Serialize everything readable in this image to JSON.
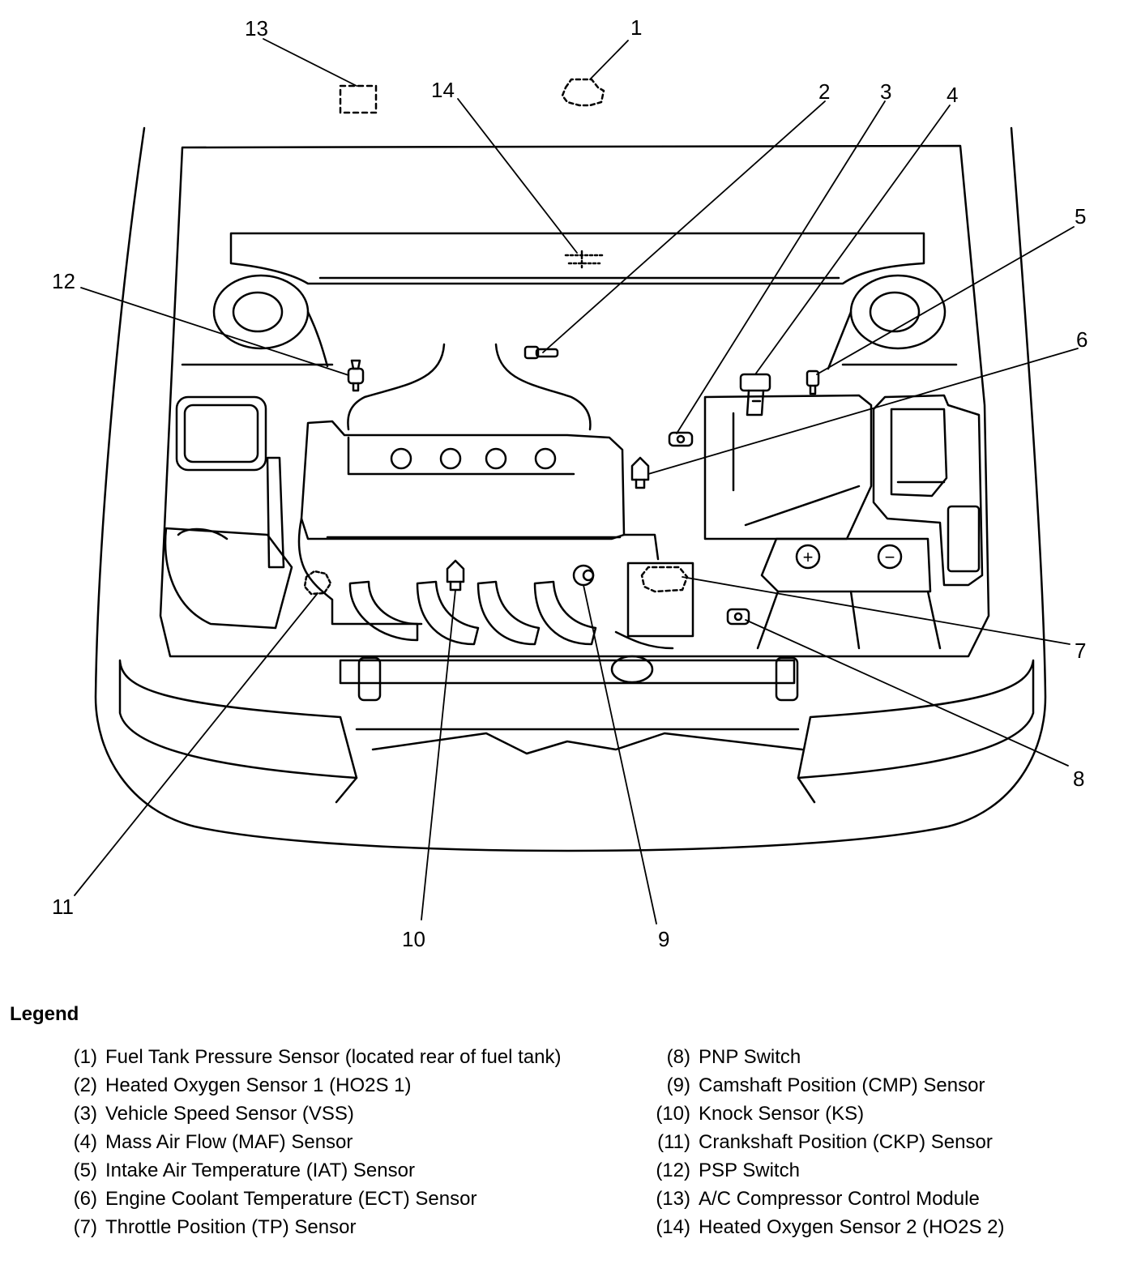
{
  "callouts": [
    "1",
    "2",
    "3",
    "4",
    "5",
    "6",
    "7",
    "8",
    "9",
    "10",
    "11",
    "12",
    "13",
    "14"
  ],
  "legend": {
    "title": "Legend",
    "left_items": [
      {
        "num": "(1)",
        "text": "Fuel Tank Pressure Sensor (located rear of fuel tank)"
      },
      {
        "num": "(2)",
        "text": "Heated Oxygen Sensor 1 (HO2S 1)"
      },
      {
        "num": "(3)",
        "text": "Vehicle Speed Sensor (VSS)"
      },
      {
        "num": "(4)",
        "text": "Mass Air Flow (MAF) Sensor"
      },
      {
        "num": "(5)",
        "text": "Intake Air Temperature (IAT) Sensor"
      },
      {
        "num": "(6)",
        "text": "Engine Coolant Temperature (ECT) Sensor"
      },
      {
        "num": "(7)",
        "text": "Throttle Position (TP) Sensor"
      }
    ],
    "right_items": [
      {
        "num": "(8)",
        "text": "PNP Switch"
      },
      {
        "num": "(9)",
        "text": "Camshaft Position (CMP) Sensor"
      },
      {
        "num": "(10)",
        "text": "Knock Sensor (KS)"
      },
      {
        "num": "(11)",
        "text": "Crankshaft Position (CKP) Sensor"
      },
      {
        "num": "(12)",
        "text": "PSP Switch"
      },
      {
        "num": "(13)",
        "text": "A/C Compressor Control Module"
      },
      {
        "num": "(14)",
        "text": "Heated Oxygen Sensor 2 (HO2S 2)"
      }
    ]
  },
  "battery": {
    "plus": "+",
    "minus": "−"
  }
}
